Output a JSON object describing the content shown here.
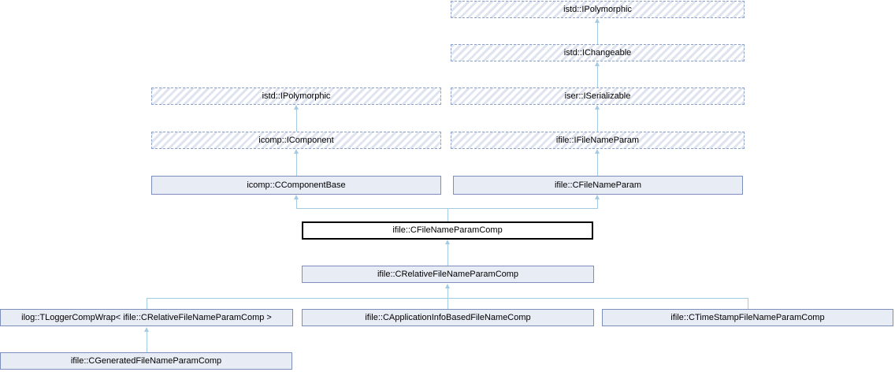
{
  "diagram": {
    "title": "Inheritance diagram for ifile::CFileNameParamComp",
    "type": "class-inheritance-diagram",
    "nodes": {
      "ipolymorphic_top": {
        "label": "istd::IPolymorphic",
        "style": "template"
      },
      "ichangeable": {
        "label": "istd::IChangeable",
        "style": "template"
      },
      "ipolymorphic_left": {
        "label": "istd::IPolymorphic",
        "style": "template"
      },
      "iserializable": {
        "label": "iser::ISerializable",
        "style": "template"
      },
      "icomponent": {
        "label": "icomp::IComponent",
        "style": "template"
      },
      "ifilenameparam": {
        "label": "ifile::IFileNameParam",
        "style": "template"
      },
      "ccomponentbase": {
        "label": "icomp::CComponentBase",
        "style": "class"
      },
      "cfilenameparam": {
        "label": "ifile::CFileNameParam",
        "style": "class"
      },
      "cfilenameparamcomp": {
        "label": "ifile::CFileNameParamComp",
        "style": "current"
      },
      "crelativefilenameparamcomp": {
        "label": "ifile::CRelativeFileNameParamComp",
        "style": "class"
      },
      "tloggercompwrap": {
        "label": "ilog::TLoggerCompWrap< ifile::CRelativeFileNameParamComp >",
        "style": "class"
      },
      "capplicationinfobasedfilenamecomp": {
        "label": "ifile::CApplicationInfoBasedFileNameComp",
        "style": "class"
      },
      "ctimestampfilenameparamcomp": {
        "label": "ifile::CTimeStampFileNameParamComp",
        "style": "class"
      },
      "cgeneratedfilenameparamcomp": {
        "label": "ifile::CGeneratedFileNameParamComp",
        "style": "class"
      }
    },
    "edges": [
      {
        "derived": "istd::IChangeable",
        "base": "istd::IPolymorphic"
      },
      {
        "derived": "iser::ISerializable",
        "base": "istd::IChangeable"
      },
      {
        "derived": "ifile::IFileNameParam",
        "base": "iser::ISerializable"
      },
      {
        "derived": "ifile::CFileNameParam",
        "base": "ifile::IFileNameParam"
      },
      {
        "derived": "icomp::IComponent",
        "base": "istd::IPolymorphic"
      },
      {
        "derived": "icomp::CComponentBase",
        "base": "icomp::IComponent"
      },
      {
        "derived": "ifile::CFileNameParamComp",
        "base": "icomp::CComponentBase"
      },
      {
        "derived": "ifile::CFileNameParamComp",
        "base": "ifile::CFileNameParam"
      },
      {
        "derived": "ifile::CRelativeFileNameParamComp",
        "base": "ifile::CFileNameParamComp"
      },
      {
        "derived": "ilog::TLoggerCompWrap< ifile::CRelativeFileNameParamComp >",
        "base": "ifile::CRelativeFileNameParamComp"
      },
      {
        "derived": "ifile::CApplicationInfoBasedFileNameComp",
        "base": "ifile::CRelativeFileNameParamComp"
      },
      {
        "derived": "ifile::CTimeStampFileNameParamComp",
        "base": "ifile::CRelativeFileNameParamComp"
      },
      {
        "derived": "ifile::CGeneratedFileNameParamComp",
        "base": "ilog::TLoggerCompWrap< ifile::CRelativeFileNameParamComp >"
      }
    ]
  },
  "colors": {
    "edge": "#a5cbe3",
    "node_border": "#7b8fba",
    "node_fill": "#e8ecf5",
    "template_border": "#8da2c6",
    "template_hatch": "#dfe5f0",
    "current_border": "#000000",
    "current_fill": "#ffffff",
    "text": "#000000",
    "bg": "#ffffff"
  }
}
